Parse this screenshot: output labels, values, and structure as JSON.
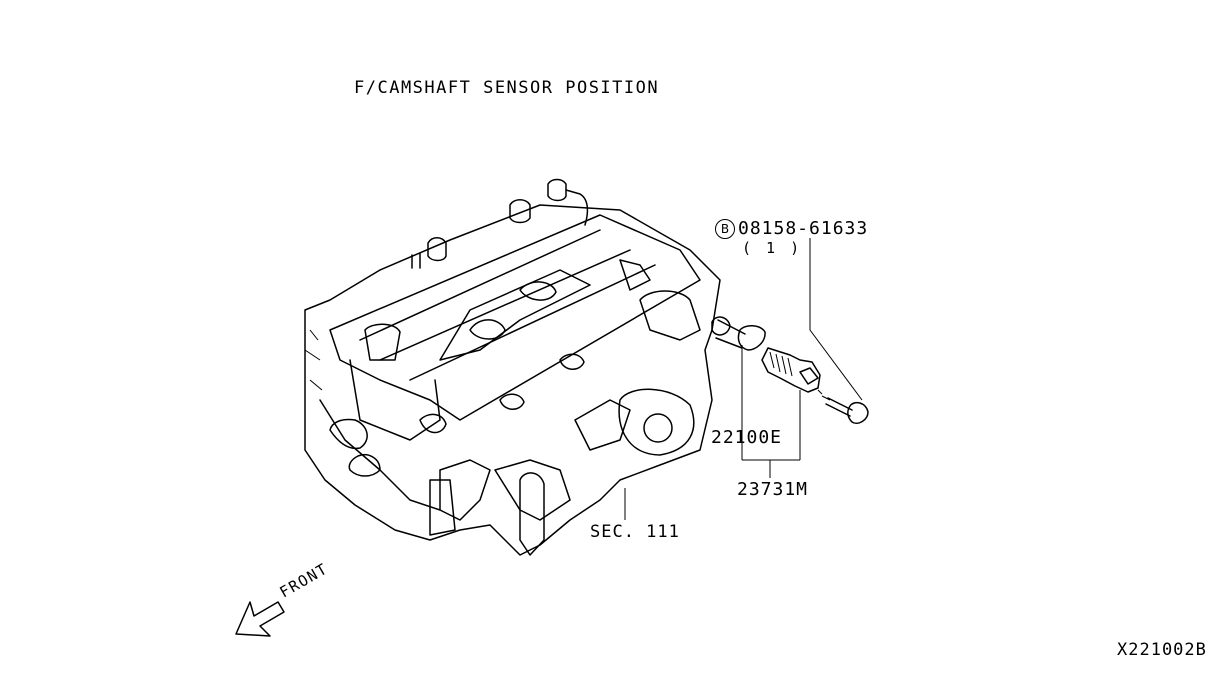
{
  "title": "F/CAMSHAFT SENSOR POSITION",
  "callouts": {
    "bolt_symbol": "B",
    "bolt_part": "08158-61633",
    "bolt_qty": "( 1 )",
    "oring_part": "22100E",
    "sensor_part": "23731M",
    "section_ref": "SEC. 111"
  },
  "front_label": "FRONT",
  "diagram_code": "X221002B"
}
